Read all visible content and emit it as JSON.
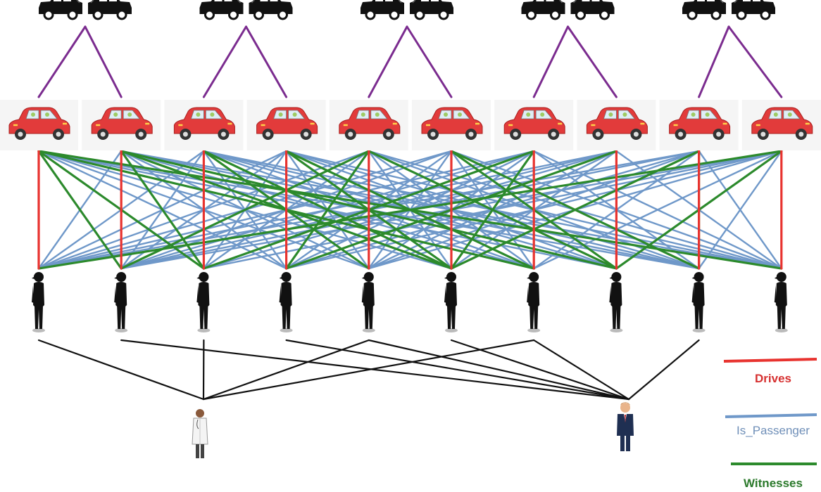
{
  "colors": {
    "drives": "#e8332f",
    "is_passenger": "#6f98c9",
    "witnesses": "#2c8a2c",
    "accident_link": "#7b2c8f",
    "person_link": "#111111",
    "car_body": "#e23b3b"
  },
  "icons": {
    "accident": "crashing-cars-icon",
    "car": "red-car-icon",
    "person": "person-silhouette-icon",
    "doctor": "doctor-icon",
    "lawyer": "businessman-icon"
  },
  "legend": {
    "drives": "Drives",
    "is_passenger": "Is_Passenger",
    "witnesses": "Witnesses"
  },
  "graph": {
    "accidents": 5,
    "cars": 10,
    "persons": 10,
    "experts": 2,
    "accident_car": [
      [
        0,
        0
      ],
      [
        0,
        1
      ],
      [
        1,
        2
      ],
      [
        1,
        3
      ],
      [
        2,
        4
      ],
      [
        2,
        5
      ],
      [
        3,
        6
      ],
      [
        3,
        7
      ],
      [
        4,
        8
      ],
      [
        4,
        9
      ]
    ],
    "drives": [
      [
        0,
        0
      ],
      [
        1,
        1
      ],
      [
        2,
        2
      ],
      [
        3,
        3
      ],
      [
        4,
        4
      ],
      [
        5,
        5
      ],
      [
        6,
        6
      ],
      [
        7,
        7
      ],
      [
        8,
        8
      ],
      [
        9,
        9
      ]
    ],
    "witnesses": [
      [
        0,
        1
      ],
      [
        0,
        2
      ],
      [
        0,
        6
      ],
      [
        0,
        9
      ],
      [
        1,
        2
      ],
      [
        1,
        5
      ],
      [
        1,
        7
      ],
      [
        2,
        4
      ],
      [
        2,
        5
      ],
      [
        3,
        5
      ],
      [
        3,
        6
      ],
      [
        4,
        1
      ],
      [
        4,
        3
      ],
      [
        4,
        7
      ],
      [
        5,
        7
      ],
      [
        5,
        8
      ],
      [
        6,
        2
      ],
      [
        6,
        5
      ],
      [
        7,
        3
      ],
      [
        8,
        5
      ],
      [
        8,
        8
      ],
      [
        9,
        0
      ],
      [
        9,
        7
      ]
    ],
    "is_passenger": [
      [
        0,
        1
      ],
      [
        0,
        3
      ],
      [
        0,
        4
      ],
      [
        0,
        5
      ],
      [
        0,
        7
      ],
      [
        0,
        8
      ],
      [
        1,
        0
      ],
      [
        1,
        3
      ],
      [
        1,
        4
      ],
      [
        1,
        6
      ],
      [
        1,
        8
      ],
      [
        1,
        9
      ],
      [
        2,
        0
      ],
      [
        2,
        1
      ],
      [
        2,
        3
      ],
      [
        2,
        6
      ],
      [
        2,
        7
      ],
      [
        2,
        8
      ],
      [
        2,
        9
      ],
      [
        3,
        0
      ],
      [
        3,
        1
      ],
      [
        3,
        2
      ],
      [
        3,
        4
      ],
      [
        3,
        7
      ],
      [
        3,
        8
      ],
      [
        3,
        9
      ],
      [
        4,
        0
      ],
      [
        4,
        2
      ],
      [
        4,
        5
      ],
      [
        4,
        6
      ],
      [
        4,
        8
      ],
      [
        4,
        9
      ],
      [
        5,
        0
      ],
      [
        5,
        1
      ],
      [
        5,
        3
      ],
      [
        5,
        4
      ],
      [
        5,
        6
      ],
      [
        5,
        9
      ],
      [
        6,
        0
      ],
      [
        6,
        1
      ],
      [
        6,
        3
      ],
      [
        6,
        4
      ],
      [
        6,
        8
      ],
      [
        6,
        9
      ],
      [
        7,
        0
      ],
      [
        7,
        1
      ],
      [
        7,
        2
      ],
      [
        7,
        4
      ],
      [
        7,
        5
      ],
      [
        7,
        9
      ],
      [
        8,
        0
      ],
      [
        8,
        1
      ],
      [
        8,
        3
      ],
      [
        8,
        4
      ],
      [
        8,
        6
      ],
      [
        8,
        9
      ],
      [
        9,
        1
      ],
      [
        9,
        2
      ],
      [
        9,
        3
      ],
      [
        9,
        4
      ],
      [
        9,
        6
      ],
      [
        9,
        8
      ]
    ],
    "person_expert": [
      [
        0,
        0
      ],
      [
        1,
        1
      ],
      [
        2,
        0
      ],
      [
        3,
        1
      ],
      [
        4,
        0
      ],
      [
        4,
        1
      ],
      [
        5,
        1
      ],
      [
        6,
        0
      ],
      [
        6,
        1
      ],
      [
        8,
        1
      ]
    ]
  }
}
